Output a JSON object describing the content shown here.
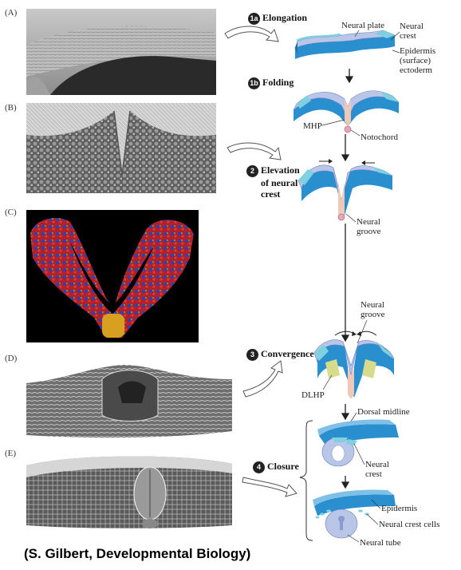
{
  "panels": [
    {
      "label": "(A)"
    },
    {
      "label": "(B)"
    },
    {
      "label": "(C)"
    },
    {
      "label": "(D)"
    },
    {
      "label": "(E)"
    }
  ],
  "steps": {
    "s1a": {
      "badge": "1a",
      "title": "Elongation"
    },
    "s1b": {
      "badge": "1b",
      "title": "Folding"
    },
    "s2": {
      "badge": "2",
      "title_line1": "Elevation",
      "title_line2": "of neural",
      "title_line3": "crest"
    },
    "s3": {
      "badge": "3",
      "title": "Convergence"
    },
    "s4": {
      "badge": "4",
      "title": "Closure"
    }
  },
  "labels": {
    "neural_plate": "Neural plate",
    "neural_crest_1_line1": "Neural",
    "neural_crest_1_line2": "crest",
    "epidermis_line1": "Epidermis",
    "epidermis_line2": "(surface)",
    "epidermis_line3": "ectoderm",
    "mhp": "MHP",
    "notochord": "Notochord",
    "neural_groove_1_line1": "Neural",
    "neural_groove_1_line2": "groove",
    "neural_groove_2_line1": "Neural",
    "neural_groove_2_line2": "groove",
    "dlhp": "DLHP",
    "dorsal_midline": "Dorsal midline",
    "neural_crest_2_line1": "Neural",
    "neural_crest_2_line2": "crest",
    "epidermis_final": "Epidermis",
    "neural_crest_cells": "Neural crest cells",
    "neural_tube": "Neural tube"
  },
  "credit": "(S. Gilbert, Developmental Biology)",
  "colors": {
    "plate": "#b9c6e8",
    "plate_dark": "#8a9ccf",
    "epidermis": "#2a8fcf",
    "crest": "#7fd0e0",
    "hinge": "#f0c8b8",
    "notochord": "#e7a7b5",
    "dlhp": "#d6dc8a"
  }
}
